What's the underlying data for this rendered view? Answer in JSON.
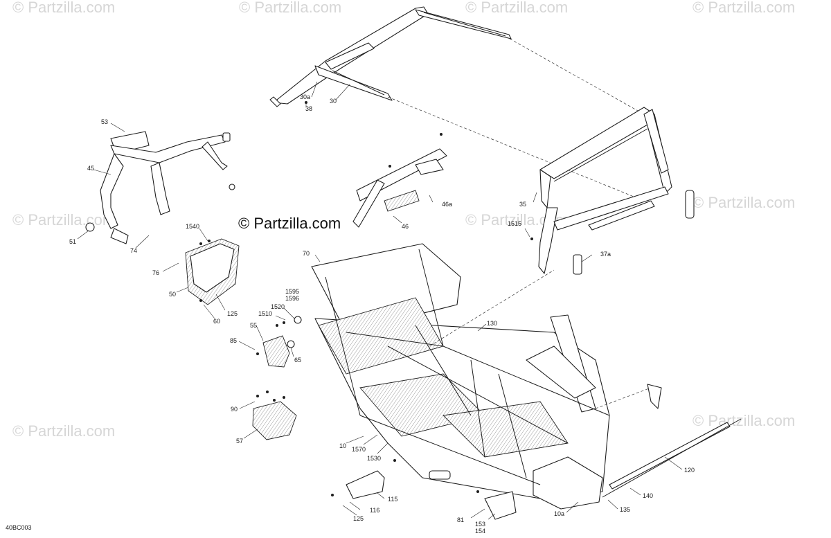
{
  "watermark": {
    "main_text": "© Partzilla.com",
    "repeat_text": "© Partzilla.com"
  },
  "drawing_code": "40BC003",
  "callouts": {
    "c30a": "30a",
    "c30": "30",
    "c38": "38",
    "c53": "53",
    "c45": "45",
    "c51": "51",
    "c74": "74",
    "c1540": "1540",
    "c76": "76",
    "c50": "50",
    "c125a": "125",
    "c60": "60",
    "c70": "70",
    "c1595": "1595",
    "c1596": "1596",
    "c1510": "1510",
    "c1520": "1520",
    "c55": "55",
    "c85": "85",
    "c65": "65",
    "c90": "90",
    "c57": "57",
    "c46a": "46a",
    "c46": "46",
    "c35": "35",
    "c1515": "1515",
    "c37a": "37a",
    "c130": "130",
    "c10": "10",
    "c1570": "1570",
    "c1530": "1530",
    "c115": "115",
    "c116": "116",
    "c125b": "125",
    "c81": "81",
    "c153": "153",
    "c154": "154",
    "c10a": "10a",
    "c120": "120",
    "c140": "140",
    "c135": "135"
  },
  "colors": {
    "line": "#1e1e1e",
    "watermark": "#d6d6d6",
    "background": "#ffffff"
  }
}
